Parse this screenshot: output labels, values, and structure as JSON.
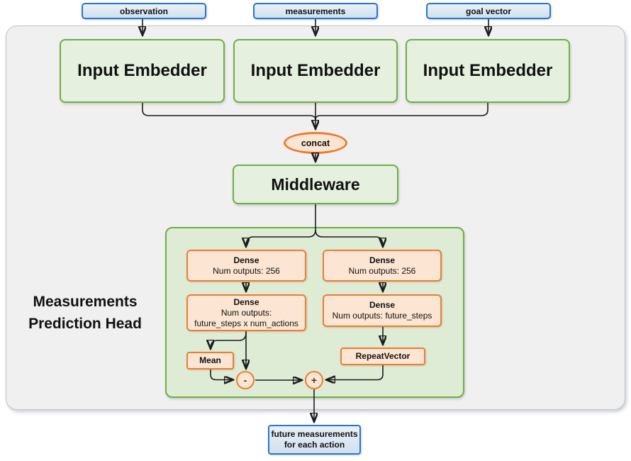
{
  "diagram": {
    "inputs": [
      {
        "label": "observation"
      },
      {
        "label": "measurements"
      },
      {
        "label": "goal vector"
      }
    ],
    "embedders": [
      {
        "label": "Input Embedder"
      },
      {
        "label": "Input Embedder"
      },
      {
        "label": "Input Embedder"
      }
    ],
    "concat_label": "concat",
    "middleware_label": "Middleware",
    "head": {
      "title_line1": "Measurements",
      "title_line2": "Prediction Head",
      "dense_left_1": {
        "line1": "Dense",
        "line2": "Num outputs: 256"
      },
      "dense_right_1": {
        "line1": "Dense",
        "line2": "Num outputs: 256"
      },
      "dense_left_2": {
        "line1": "Dense",
        "line2": "Num outputs:",
        "line3": "future_steps x num_actions"
      },
      "dense_right_2": {
        "line1": "Dense",
        "line2": "Num outputs: future_steps"
      },
      "mean_label": "Mean",
      "repeat_vector_label": "RepeatVector",
      "minus_label": "-",
      "plus_label": "+"
    },
    "output": {
      "line1": "future measurements",
      "line2": "for each action"
    }
  },
  "colors": {
    "green-border": "#70ad47",
    "green-fill": "#e5f1de",
    "green-container-fill": "#deecd5",
    "orange-border": "#ed7d31",
    "orange-fill": "#fce5d2",
    "blue-border": "#2579c9",
    "gray-fill": "#f0f0f1",
    "line": "#1c1c1c"
  }
}
